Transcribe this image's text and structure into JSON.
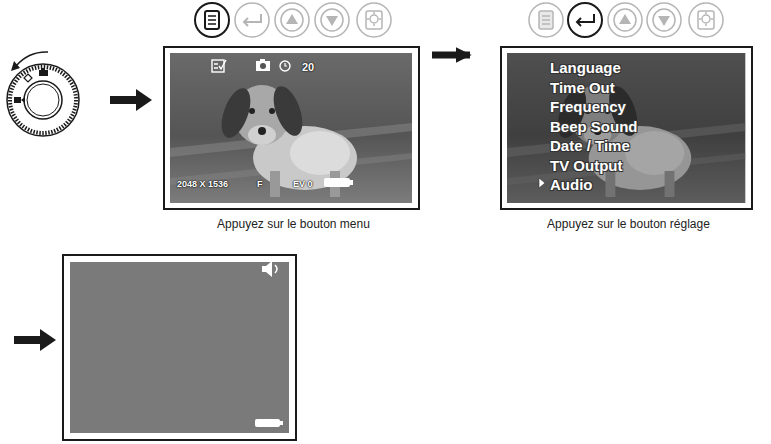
{
  "diagram": {
    "nodes": [
      {
        "text": [
          "20",
          "2048 X 1536",
          "F",
          "EV 0",
          "Appuyez sur le bouton menu"
        ]
      },
      {
        "text": [
          "Language",
          "Time Out",
          "Frequency",
          "Beep Sound",
          "Date / Time",
          "TV Output",
          "Audio",
          "Appuyez sur le bouton réglage"
        ]
      }
    ],
    "edges": [
      {
        "from": 0,
        "to": 1,
        "arrow": "to"
      }
    ]
  }
}
